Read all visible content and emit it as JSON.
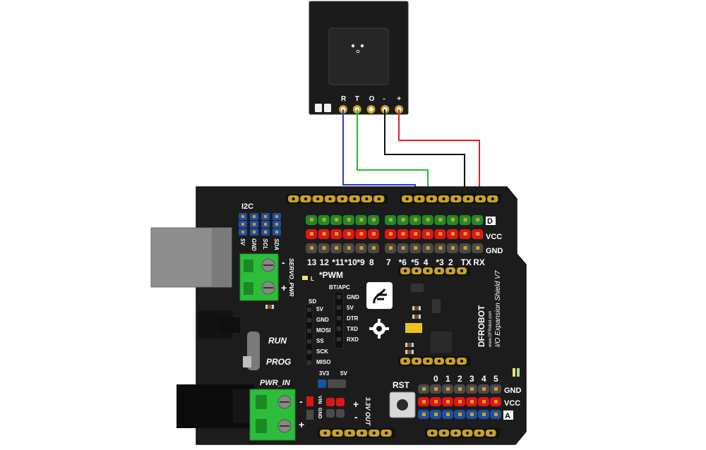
{
  "sensor": {
    "pins": [
      "R",
      "T",
      "O",
      "-",
      "+"
    ]
  },
  "wires": {
    "colors": {
      "R": "#1f3fd1",
      "T": "#1fbf2a",
      "O": "#111111",
      "minus": "#111111",
      "plus": "#e02020"
    }
  },
  "shield": {
    "i2c_label": "I2C",
    "i2c_pins": [
      "5V",
      "GND",
      "SCL",
      "SDA"
    ],
    "servo_label": "SERVO_PWR",
    "servo_minus": "-",
    "servo_plus": "+",
    "led_label": "L",
    "pwm_label": "*PWM",
    "digital_pins": [
      "13",
      "12",
      "*11",
      "*10",
      "*9",
      "8",
      "7",
      "*6",
      "*5",
      "4",
      "*3",
      "2",
      "TX",
      "RX"
    ],
    "digital_row_labels": {
      "d": "D",
      "vcc": "VCC",
      "gnd": "GND"
    },
    "bt_label": "BT/APC",
    "bt_pins": [
      "GND",
      "5V",
      "DTR",
      "TXD",
      "RXD"
    ],
    "sd_label": "SD",
    "sd_pins": [
      "5V",
      "GND",
      "MOSI",
      "SS",
      "SCK",
      "MISO"
    ],
    "run_label": "RUN",
    "prog_label": "PROG",
    "pwr_in_label": "PWR_IN",
    "pwr_minus": "-",
    "pwr_plus": "+",
    "vin_label": "VIN",
    "gnd_small_label": "GND",
    "volt_3v3": "3V3",
    "volt_5v": "5V",
    "out_plus": "+",
    "out_minus": "-",
    "out_label": "3.3V OUT",
    "rst_label": "RST",
    "analog_pins": [
      "0",
      "1",
      "2",
      "3",
      "4",
      "5"
    ],
    "analog_row_labels": {
      "gnd": "GND",
      "vcc": "VCC",
      "a": "A"
    },
    "brand": "DFROBOT",
    "brand_url": "www.DFRobot.com",
    "product": "I/O Expansion Shield V7"
  },
  "colors": {
    "board": "#1c1c1c",
    "board_edge": "#111111",
    "header_gold": "#c9a227",
    "pin_green": "#1f8a2a",
    "pin_red": "#e01616",
    "pin_black": "#4a4a4a",
    "pin_blue": "#1f4fa3",
    "terminal_green": "#2ebd3a"
  }
}
